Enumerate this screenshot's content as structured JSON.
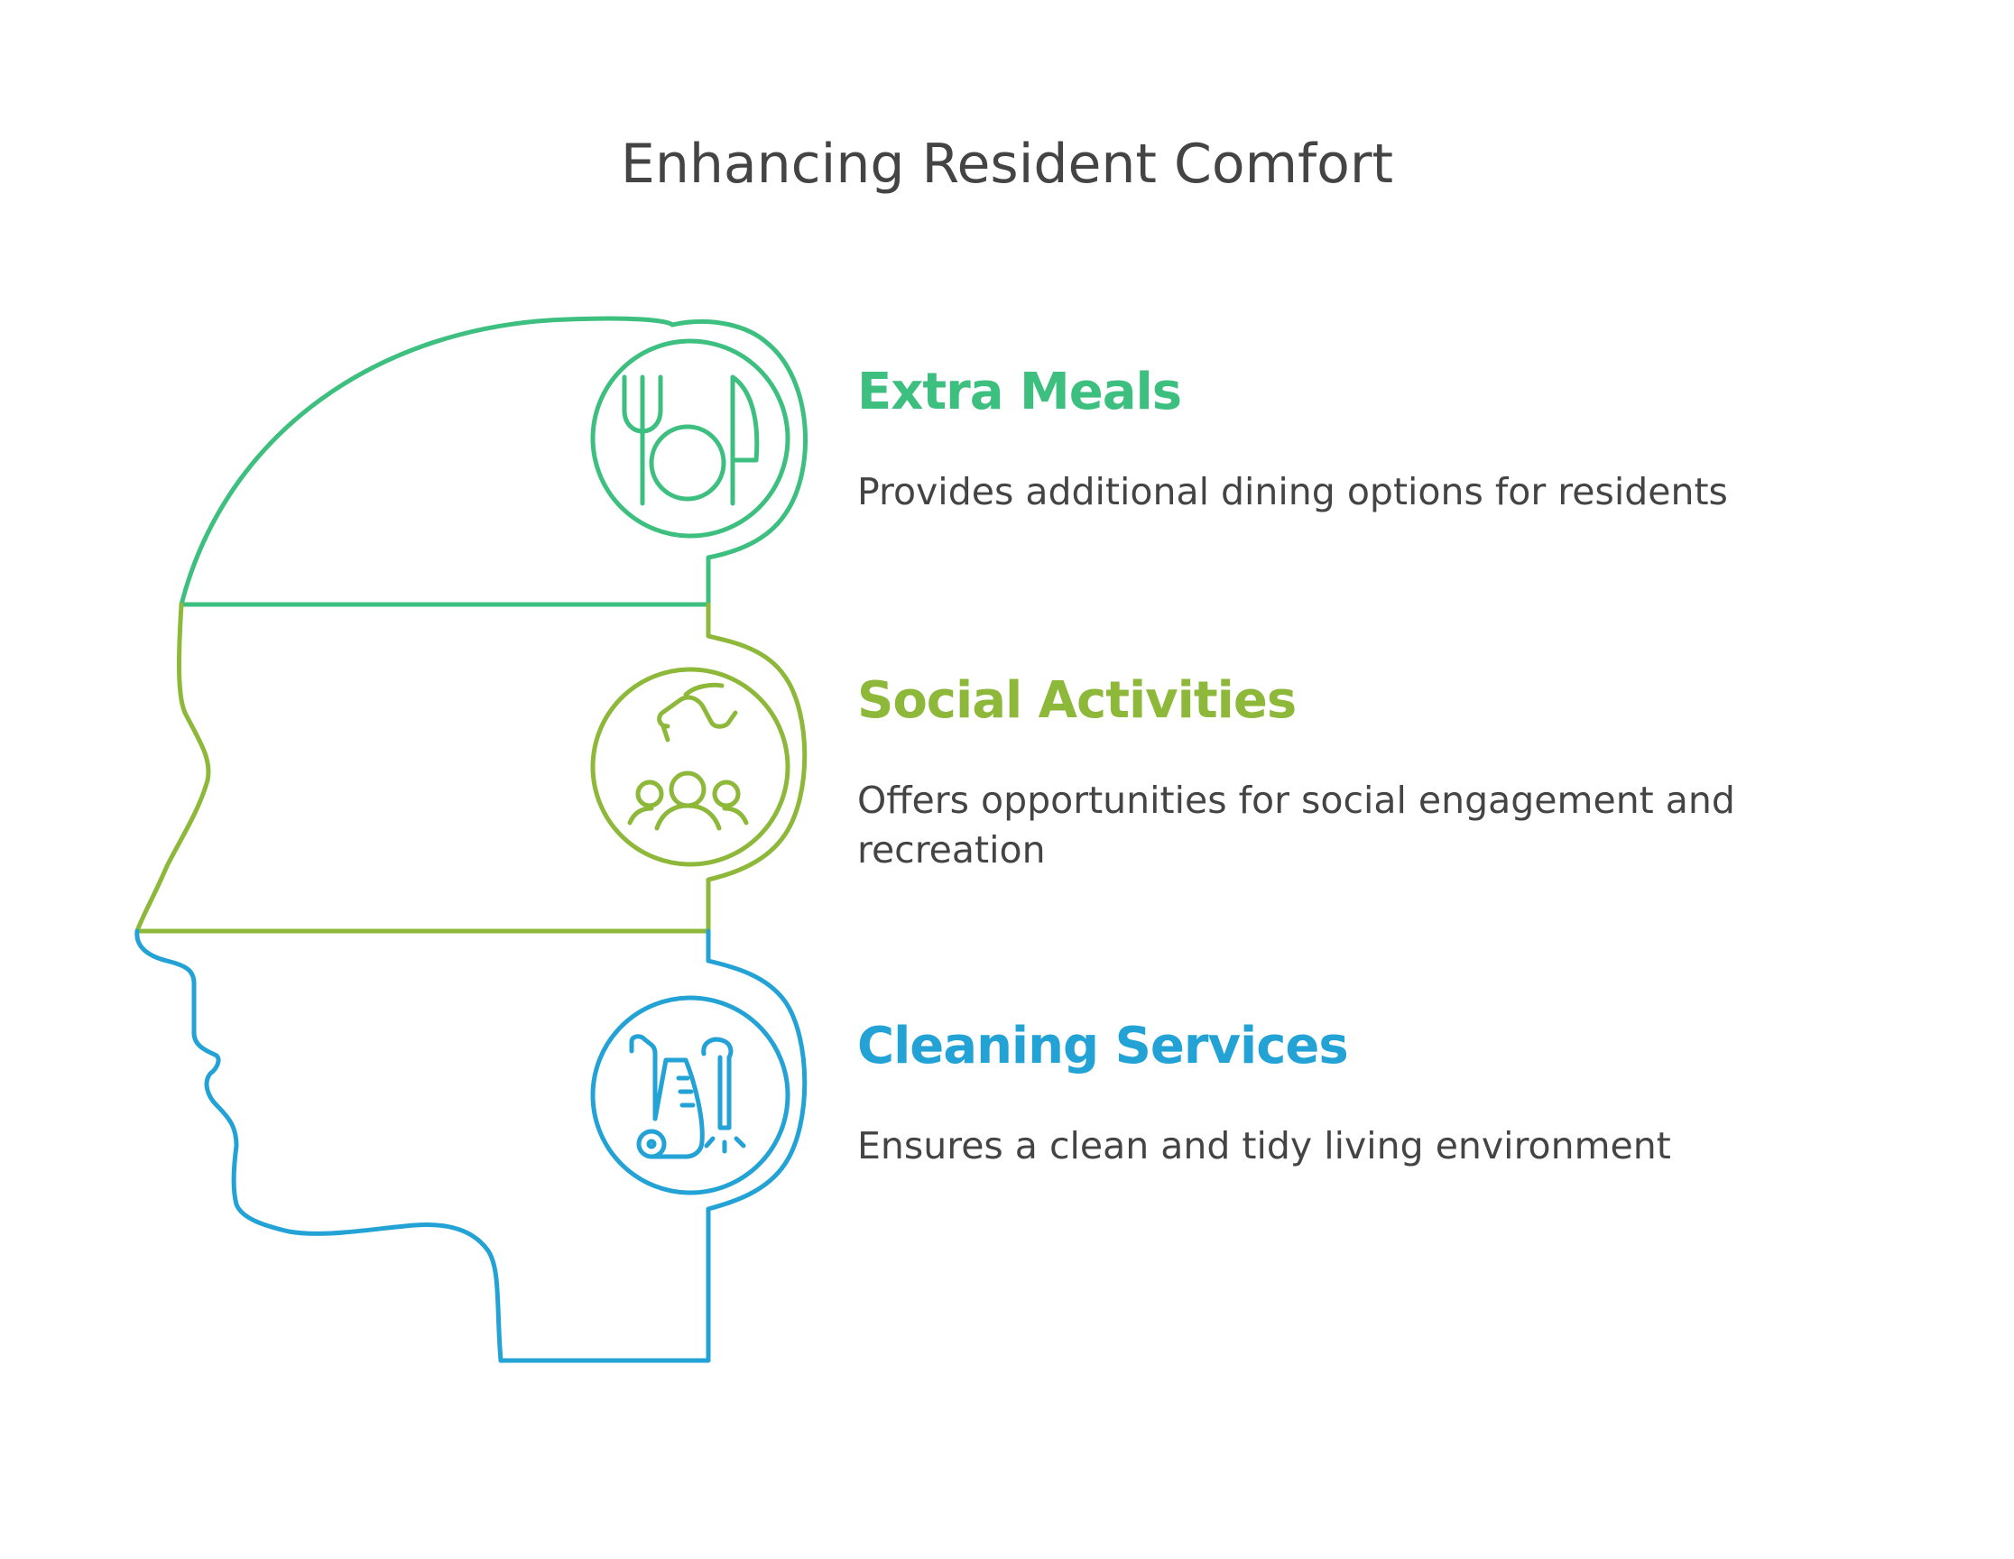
{
  "title": "Enhancing Resident Comfort",
  "colors": {
    "meals": "#3dbf7f",
    "social": "#8db83a",
    "cleaning": "#23a2d6",
    "text": "#444444"
  },
  "items": [
    {
      "title": "Extra Meals",
      "description": "Provides additional dining options for residents",
      "icon": "fork-plate-knife-icon"
    },
    {
      "title": "Social Activities",
      "description": "Offers opportunities for social engagement and recreation",
      "icon": "people-group-icon"
    },
    {
      "title": "Cleaning Services",
      "description": "Ensures a clean and tidy living environment",
      "icon": "vacuum-cleaner-icon"
    }
  ]
}
